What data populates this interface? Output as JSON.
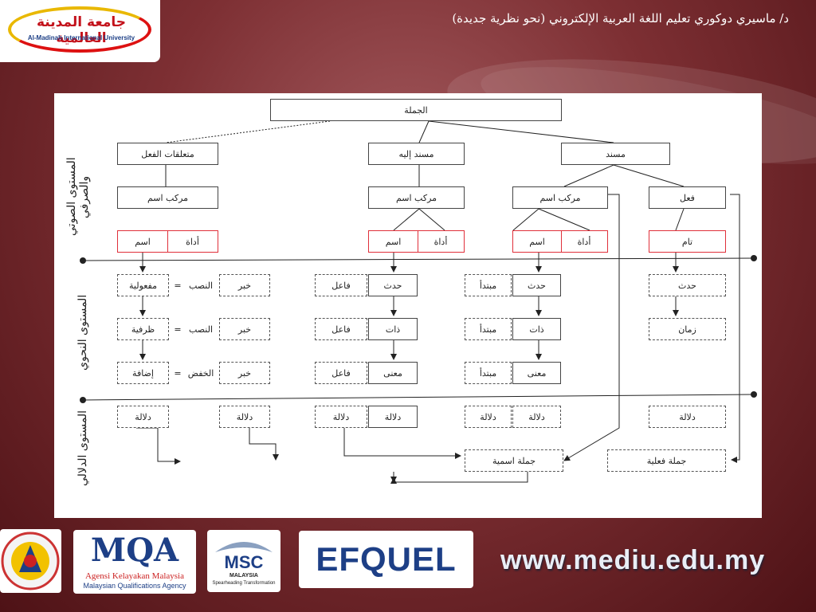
{
  "header": {
    "title": "د/ ماسيري دوكوري تعليم اللغة العربية الإلكتروني (نحو نظرية جديدة)",
    "logo": {
      "arabic": "جامعة المدينة العالمية",
      "english": "Al-Madinah International University"
    }
  },
  "levels": {
    "morph": "المستوى الصوتي والصرفي",
    "syntax": "المستوى النحوي",
    "semantic": "المستوى الدلالي"
  },
  "nodes": {
    "root": "الجملة",
    "mutaallaqat": "متعلقات الفعل",
    "musnad_ilayh": "مسند إليه",
    "musnad": "مسند",
    "murakkab_ism_a": "مركب اسم",
    "murakkab_ism_b": "مركب اسم",
    "murakkab_ism_c": "مركب اسم",
    "fil": "فعل",
    "ism_1": "اسم",
    "adat_1": "أداة",
    "ism_2": "اسم",
    "adat_2": "أداة",
    "ism_3": "اسم",
    "adat_3": "أداة",
    "tam": "تام",
    "row1": {
      "mafuliyya": "مفعولية",
      "nasb": "النصب",
      "khabar": "خبر",
      "fail": "فاعل",
      "hadath_a": "حدث",
      "mubtada": "مبتدأ",
      "hadath_b": "حدث",
      "hadath_c": "حدث"
    },
    "row2": {
      "zarfiyya": "ظرفية",
      "nasb": "النصب",
      "khabar": "خبر",
      "fail": "فاعل",
      "dhat_a": "ذات",
      "mubtada": "مبتدأ",
      "dhat_b": "ذات",
      "zaman": "زمان"
    },
    "row3": {
      "idafa": "إضافة",
      "khafd": "الخفض",
      "khabar": "خبر",
      "fail": "فاعل",
      "mana_a": "معنى",
      "mubtada": "مبتدأ",
      "mana_b": "معنى"
    },
    "eq": "=",
    "dalala": "دلالة",
    "jumla_ismiyya": "جملة اسمية",
    "jumla_filiyya": "جملة فعلية"
  },
  "footer": {
    "url": "www.mediu.edu.my",
    "mqa_title": "MQA",
    "mqa_line1": "Agensi Kelayakan Malaysia",
    "mqa_line2": "Malaysian Qualifications Agency",
    "msc_title": "MSC",
    "msc_sub": "MALAYSIA",
    "msc_tag": "Spearheading Transformation",
    "efquel": "EFQUEL"
  }
}
